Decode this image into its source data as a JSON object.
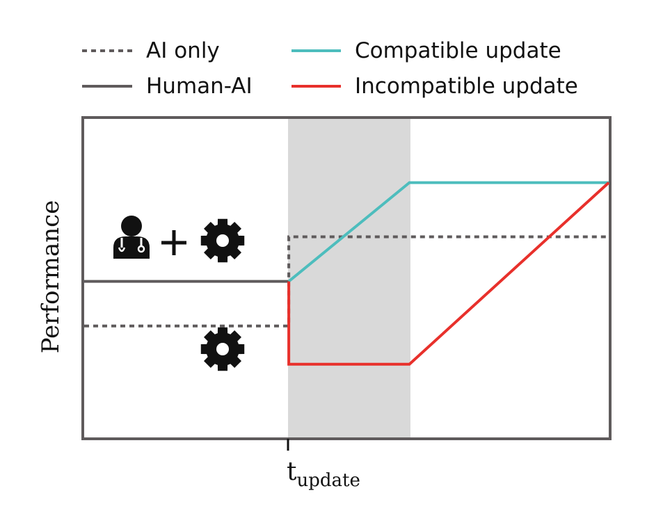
{
  "legend": {
    "ai_only": "AI only",
    "human_ai": "Human-AI",
    "compatible": "Compatible update",
    "incompatible": "Incompatible update"
  },
  "axes": {
    "ylabel": "Performance",
    "xtick_main": "t",
    "xtick_sub": "update"
  },
  "icons": {
    "team": [
      "doctor-icon",
      "plus-icon",
      "gear-icon"
    ],
    "ai": "gear-icon"
  },
  "colors": {
    "frame": "#5f5b5c",
    "human_ai": "#5f5b5c",
    "ai_only": "#5f5b5c",
    "compatible": "#4dbdbd",
    "incompatible": "#e8302b",
    "update_window": "#d9d9d9"
  },
  "chart_data": {
    "type": "line",
    "xlabel": "",
    "ylabel": "Performance",
    "x_ticks": [
      "t_update"
    ],
    "series": [
      {
        "name": "AI only",
        "style": "dotted",
        "x": [
          0.0,
          0.39,
          0.39,
          1.0
        ],
        "y": [
          0.35,
          0.35,
          0.63,
          0.63
        ]
      },
      {
        "name": "Human-AI",
        "style": "solid",
        "x": [
          0.0,
          0.39
        ],
        "y": [
          0.49,
          0.49
        ]
      },
      {
        "name": "Compatible update",
        "style": "solid",
        "x": [
          0.39,
          0.62,
          1.0
        ],
        "y": [
          0.49,
          0.8,
          0.8
        ]
      },
      {
        "name": "Incompatible update",
        "style": "solid",
        "x": [
          0.39,
          0.39,
          0.62,
          1.0
        ],
        "y": [
          0.49,
          0.23,
          0.23,
          0.8
        ]
      }
    ],
    "xlim": [
      0,
      1
    ],
    "ylim": [
      0,
      1
    ],
    "grid": false,
    "legend_position": "top"
  }
}
